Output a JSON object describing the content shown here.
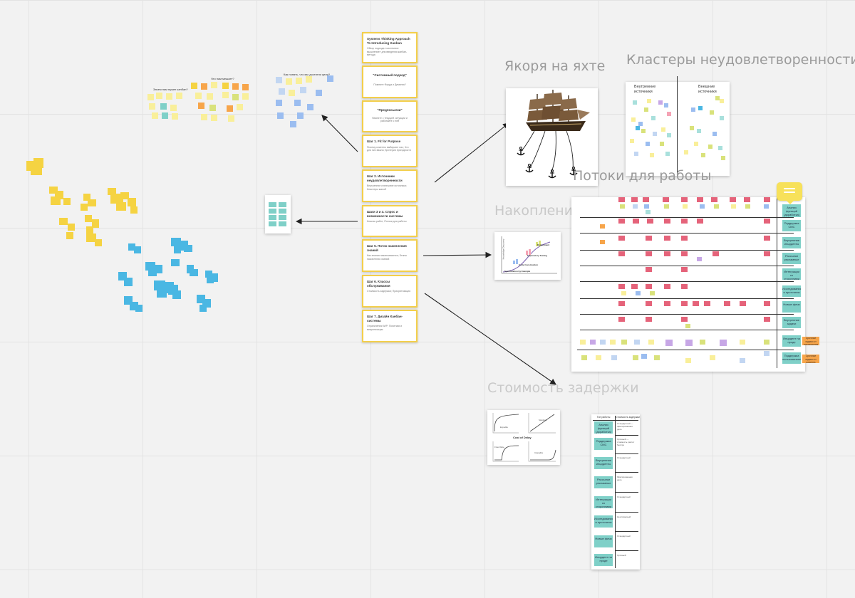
{
  "frames": {
    "anchors": "Якоря на яхте",
    "clusters": "Кластеры неудовлетворенности",
    "flows": "Потоки для работы",
    "accumulation": "Накопление знаний",
    "cost_of_delay": "Стоимость задержки"
  },
  "clusters_board": {
    "col_internal": "Внутренние источники",
    "col_external": "Внешние источники"
  },
  "small_labels": {
    "l1": "Зачем нам нужен канбан?",
    "l2": "Что нам мешает?",
    "l3": "Как понять, что мы достигли цели?"
  },
  "slides": [
    {
      "title": "Systems Thinking Approach To Introducing Kanban",
      "sub": "Обзор подхода «системное мышление» для введения канбан-метода"
    },
    {
      "title": "\"Системный подход\"",
      "sub": "Помните Форда и Деминга?"
    },
    {
      "title": "\"Предпосылки\"",
      "sub": "Начните с текущей ситуации и работайте с ней"
    },
    {
      "title": "Шаг 1. Fit for Purpose",
      "sub": "Почему клиенты выбирают нас; Что для них важно; Критерии пригодности"
    },
    {
      "title": "Шаг 2. Источники неудовлетворенности",
      "sub": "Внутренние и внешние источники; Кластеры жалоб"
    },
    {
      "title": "Шаги 3 и 4. Спрос и возможности системы",
      "sub": "Классы работ; Потоки для работы"
    },
    {
      "title": "Шаг 5. Поток накопления знаний",
      "sub": "Как знания накапливаются; Этапы накопления знаний"
    },
    {
      "title": "Шаг 6. Классы обслуживания",
      "sub": "Стоимость задержки; Приоритизация"
    },
    {
      "title": "Шаг 7. Дизайн Канбан-системы",
      "sub": "Ограничения WIP; Политики и визуализация"
    }
  ],
  "knowledge_chart": {
    "ylabel": "Knowledge Discovery",
    "labels": [
      "Deployment",
      "Exploratory Testing",
      "Code Construction",
      "Specification by Example"
    ]
  },
  "cod_chart": {
    "title": "Cost of Delay",
    "labels": [
      "Expedite",
      "Standard",
      "Fixed Date",
      "Intangible"
    ]
  },
  "flow_types": [
    "Анализ функций (доработка)",
    "Поддержка СМС",
    "Внутренние инциденты",
    "Рассылки рекламные",
    "Интеграции со сторонними",
    "Исследования и прототипы",
    "Новые фичи",
    "Внутренние задачи",
    "Инцидент на проде",
    "Поддержка пользователей"
  ],
  "orange_notes": [
    "Срочные задачи от руководства",
    "Срочные задачи от клиента"
  ],
  "cod_table": {
    "headers": [
      "Тип работы",
      "Стоимость задержки"
    ],
    "rows": [
      {
        "type": "Анализ функций (доработка)",
        "note": "Стандартный — фиксированная дата"
      },
      {
        "type": "Поддержка СМС",
        "note": "Срочный — стоимость растет быстро"
      },
      {
        "type": "Внутренние инциденты",
        "note": "Стандартный"
      },
      {
        "type": "Рассылки рекламные",
        "note": "Фиксированная дата"
      },
      {
        "type": "Интеграции со сторонними",
        "note": "Стандартный"
      },
      {
        "type": "Исследования и прототипы",
        "note": "Неосязаемый"
      },
      {
        "type": "Новые фичи",
        "note": "Стандартный"
      },
      {
        "type": "Инцидент на проде",
        "note": "Срочный"
      }
    ]
  },
  "colors": {
    "sticky_yellow": "#f5d342",
    "sticky_blue": "#4ab7e3",
    "slide_border": "#f3cf4b",
    "teal": "#7fd0c8",
    "pink": "#e5637a",
    "orange": "#f7a54a",
    "comment": "#f7e15a"
  },
  "icons": [
    "anchor-icon",
    "comment-icon",
    "arrow-icon"
  ]
}
